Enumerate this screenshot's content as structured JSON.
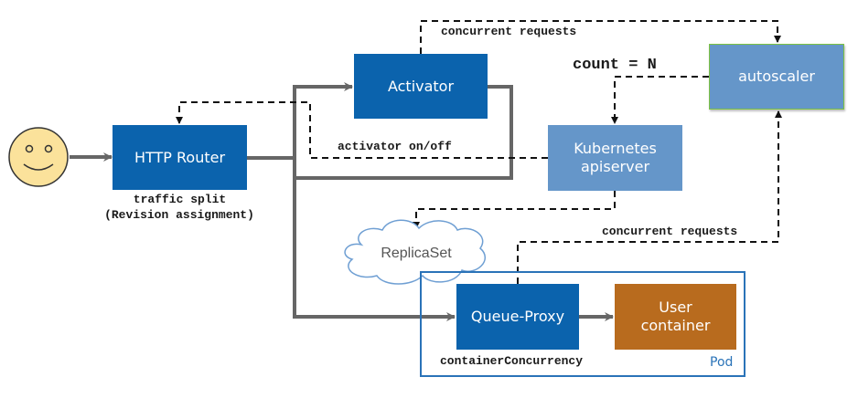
{
  "nodes": {
    "user": {
      "icon": "smiley-face-icon"
    },
    "http_router": {
      "label": "HTTP Router",
      "caption_line1": "traffic split",
      "caption_line2": "(Revision assignment)"
    },
    "activator": {
      "label": "Activator"
    },
    "autoscaler": {
      "label": "autoscaler"
    },
    "apiserver": {
      "label_line1": "Kubernetes",
      "label_line2": "apiserver"
    },
    "replicaset": {
      "label": "ReplicaSet"
    },
    "pod": {
      "label": "Pod"
    },
    "queue_proxy": {
      "label": "Queue-Proxy",
      "caption": "containerConcurrency"
    },
    "user_container": {
      "label_line1": "User",
      "label_line2": "container"
    }
  },
  "edge_labels": {
    "activator_to_autoscaler": "concurrent requests",
    "autoscaler_to_apiserver": "count = N",
    "apiserver_to_router": "activator on/off",
    "queueproxy_to_autoscaler": "concurrent requests"
  },
  "colors": {
    "primary_blue": "#0b63ad",
    "light_blue": "#6596c9",
    "orange": "#b86b1e",
    "autoscaler_border": "#7cc242",
    "pod_border": "#2a73b8",
    "cloud_stroke": "#6f9fd3",
    "flow_line": "#666666",
    "smiley_fill": "#fbe29b"
  }
}
